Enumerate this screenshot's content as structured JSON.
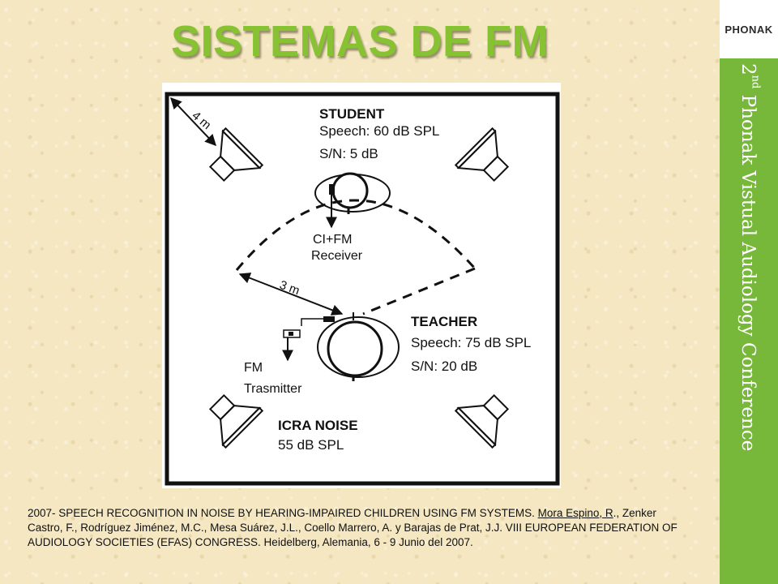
{
  "slide": {
    "title": "SISTEMAS DE FM"
  },
  "branding": {
    "logo_text": "PHONAK",
    "conference_ordinal": "2",
    "conference_ordinal_suffix": "nd",
    "conference_name": " Phonak Vistual Audiology Conference",
    "sidebar_color": "#77b83b"
  },
  "diagram": {
    "student": {
      "heading": "STUDENT",
      "speech": "Speech: 60 dB SPL",
      "snr": "S/N: 5 dB"
    },
    "teacher": {
      "heading": "TEACHER",
      "speech": "Speech: 75 dB SPL",
      "snr": "S/N: 20 dB"
    },
    "receiver": {
      "line1": "CI+FM",
      "line2": "Receiver"
    },
    "transmitter": {
      "line1": "FM",
      "line2": "Trasmitter"
    },
    "noise": {
      "heading": "ICRA NOISE",
      "level": "55 dB SPL"
    },
    "distances": {
      "speaker_to_student": "4 m",
      "teacher_to_student": "3 m"
    }
  },
  "reference": {
    "text_before": "2007- SPEECH RECOGNITION IN NOISE BY HEARING-IMPAIRED CHILDREN USING FM SYSTEMS. ",
    "underlined": "Mora Espino, R",
    "text_after": "., Zenker Castro, F., Rodríguez Jiménez, M.C., Mesa Suárez, J.L., Coello Marrero, A. y Barajas de Prat, J.J. VIII EUROPEAN FEDERATION OF AUDIOLOGY SOCIETIES (EFAS) CONGRESS. Heidelberg, Alemania, 6 - 9 Junio del 2007."
  }
}
